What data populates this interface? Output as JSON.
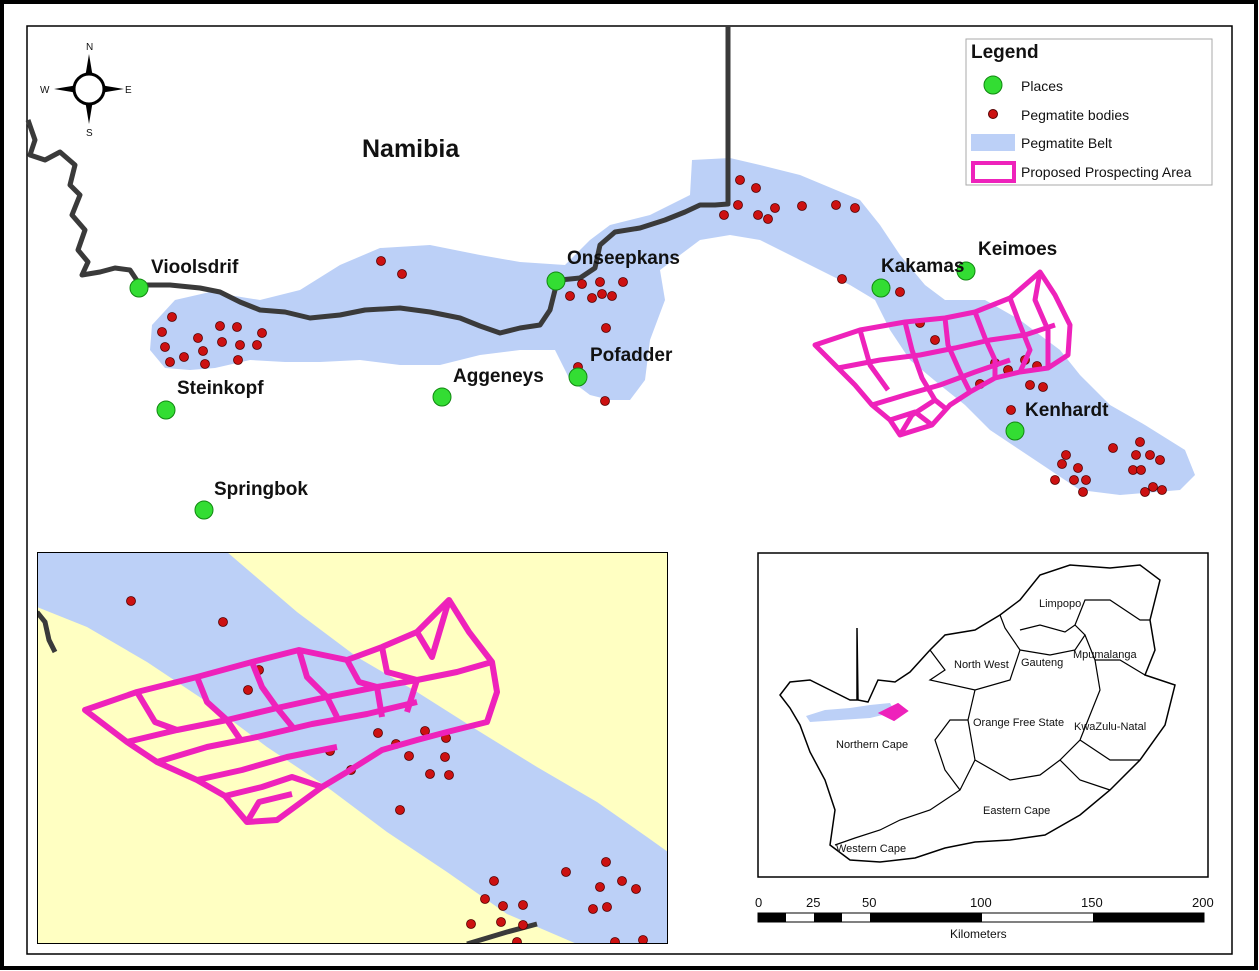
{
  "main_map": {
    "country_label": "Namibia",
    "places": [
      {
        "name": "Vioolsdrif"
      },
      {
        "name": "Onseepkans"
      },
      {
        "name": "Keimoes"
      },
      {
        "name": "Kakamas"
      },
      {
        "name": "Pofadder"
      },
      {
        "name": "Aggeneys"
      },
      {
        "name": "Steinkopf"
      },
      {
        "name": "Kenhardt"
      },
      {
        "name": "Springbok"
      }
    ]
  },
  "north_arrow": {
    "n": "N",
    "s": "S",
    "e": "E",
    "w": "W"
  },
  "legend": {
    "title": "Legend",
    "items": [
      {
        "label": "Places",
        "color": "#33dd33"
      },
      {
        "label": "Pegmatite bodies",
        "color": "#cc1111"
      },
      {
        "label": "Pegmatite Belt",
        "color": "#bcd0f7"
      },
      {
        "label": "Proposed Prospecting Area",
        "color": "#ee22bb"
      }
    ]
  },
  "colors": {
    "belt": "#bcd0f7",
    "inset_background": "#ffffc2",
    "prospect": "#ee22bb",
    "pegmatite": "#cc1111",
    "place": "#33dd33",
    "border": "#3a3a3a"
  },
  "inset_sa": {
    "provinces": [
      {
        "name": "Limpopo"
      },
      {
        "name": "North West"
      },
      {
        "name": "Gauteng"
      },
      {
        "name": "Mpumalanga"
      },
      {
        "name": "Orange Free State"
      },
      {
        "name": "KwaZulu-Natal"
      },
      {
        "name": "Northern Cape"
      },
      {
        "name": "Eastern Cape"
      },
      {
        "name": "Western Cape"
      }
    ]
  },
  "scale_bar": {
    "ticks": [
      "0",
      "25",
      "50",
      "100",
      "150",
      "200"
    ],
    "unit": "Kilometers"
  }
}
